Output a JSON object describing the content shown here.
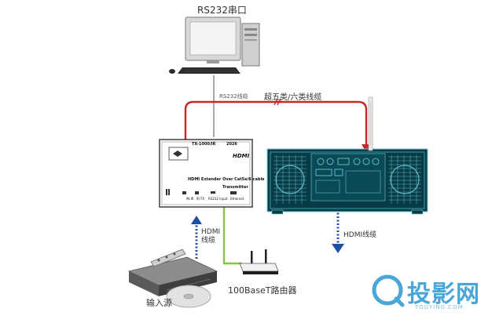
{
  "labels": {
    "rs232_port": "RS232串口",
    "rs232_cable": "RS232线缆",
    "cat_cable": "超五类/六类线缆",
    "hdmi_cable_left_line1": "HDMI",
    "hdmi_cable_left_line2": "线缆",
    "hdmi_cable_right": "HDMI线缆",
    "input_source": "输入源",
    "router": "100BaseT路由器"
  },
  "transmitter": {
    "brand_top": "TX-1000/IR",
    "code": "2026",
    "hdmi_logo": "HDMI",
    "line1": "HDMI Extender Over Cat5e/6 cable",
    "line2": "Transmitter",
    "port_a": "IN-IR",
    "port_b": "IR-TX",
    "port_c": "RS232 Input",
    "port_d": "Ethernet"
  },
  "watermark": {
    "main": "投影网",
    "sub": "TOUYING.COM"
  },
  "colors": {
    "red_cable": "#c62828",
    "gray_cable": "#a8a8a8",
    "hdmi_dotted": "#1e4fa0",
    "green_cable": "#8bc34a",
    "projector": "#6fd0e0",
    "watermark": "#4aa6d6"
  }
}
